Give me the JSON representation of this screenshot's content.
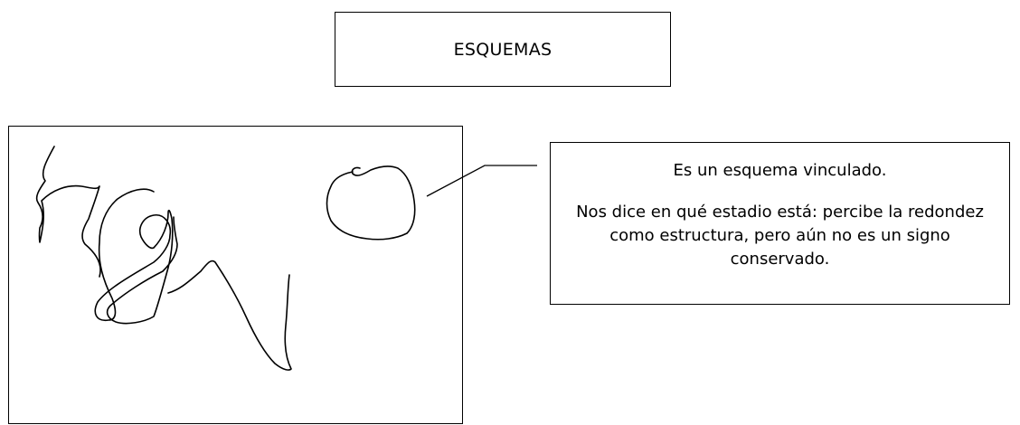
{
  "title": "ESQUEMAS",
  "callout": {
    "line1": "Es un esquema vinculado.",
    "line2": "Nos dice en qué estadio está: percibe la redondez como estructura, pero aún no es un signo conservado."
  }
}
